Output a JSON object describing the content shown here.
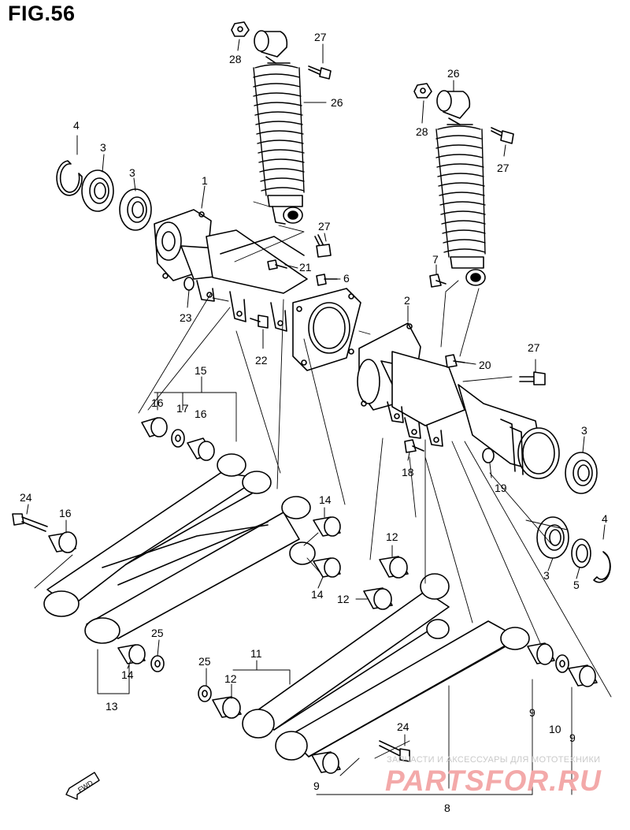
{
  "figure": {
    "title": "FIG.56"
  },
  "callouts": [
    {
      "id": "c1",
      "text": "1"
    },
    {
      "id": "c2",
      "text": "2"
    },
    {
      "id": "c3a",
      "text": "3"
    },
    {
      "id": "c3b",
      "text": "3"
    },
    {
      "id": "c3c",
      "text": "3"
    },
    {
      "id": "c3d",
      "text": "3"
    },
    {
      "id": "c4a",
      "text": "4"
    },
    {
      "id": "c4b",
      "text": "4"
    },
    {
      "id": "c5",
      "text": "5"
    },
    {
      "id": "c6",
      "text": "6"
    },
    {
      "id": "c7",
      "text": "7"
    },
    {
      "id": "c8",
      "text": "8"
    },
    {
      "id": "c9a",
      "text": "9"
    },
    {
      "id": "c9b",
      "text": "9"
    },
    {
      "id": "c9c",
      "text": "9"
    },
    {
      "id": "c10",
      "text": "10"
    },
    {
      "id": "c11",
      "text": "11"
    },
    {
      "id": "c12a",
      "text": "12"
    },
    {
      "id": "c12b",
      "text": "12"
    },
    {
      "id": "c12c",
      "text": "12"
    },
    {
      "id": "c13",
      "text": "13"
    },
    {
      "id": "c14a",
      "text": "14"
    },
    {
      "id": "c14b",
      "text": "14"
    },
    {
      "id": "c14c",
      "text": "14"
    },
    {
      "id": "c15",
      "text": "15"
    },
    {
      "id": "c16a",
      "text": "16"
    },
    {
      "id": "c16b",
      "text": "16"
    },
    {
      "id": "c16c",
      "text": "16"
    },
    {
      "id": "c17",
      "text": "17"
    },
    {
      "id": "c18",
      "text": "18"
    },
    {
      "id": "c19",
      "text": "19"
    },
    {
      "id": "c20",
      "text": "20"
    },
    {
      "id": "c21",
      "text": "21"
    },
    {
      "id": "c22",
      "text": "22"
    },
    {
      "id": "c23",
      "text": "23"
    },
    {
      "id": "c24a",
      "text": "24"
    },
    {
      "id": "c24b",
      "text": "24"
    },
    {
      "id": "c25a",
      "text": "25"
    },
    {
      "id": "c25b",
      "text": "25"
    },
    {
      "id": "c26a",
      "text": "26"
    },
    {
      "id": "c26b",
      "text": "26"
    },
    {
      "id": "c27a",
      "text": "27"
    },
    {
      "id": "c27b",
      "text": "27"
    },
    {
      "id": "c27c",
      "text": "27"
    },
    {
      "id": "c27d",
      "text": "27"
    },
    {
      "id": "c28a",
      "text": "28"
    },
    {
      "id": "c28b",
      "text": "28"
    }
  ],
  "fwd_arrow": {
    "text": "FWD"
  },
  "watermark": {
    "tagline": "ЗАПЧАСТИ И АКСЕССУАРЫ ДЛЯ МОТОТЕХНИКИ",
    "brand": "PARTSFOR.RU",
    "color": "#f3a9a9"
  }
}
